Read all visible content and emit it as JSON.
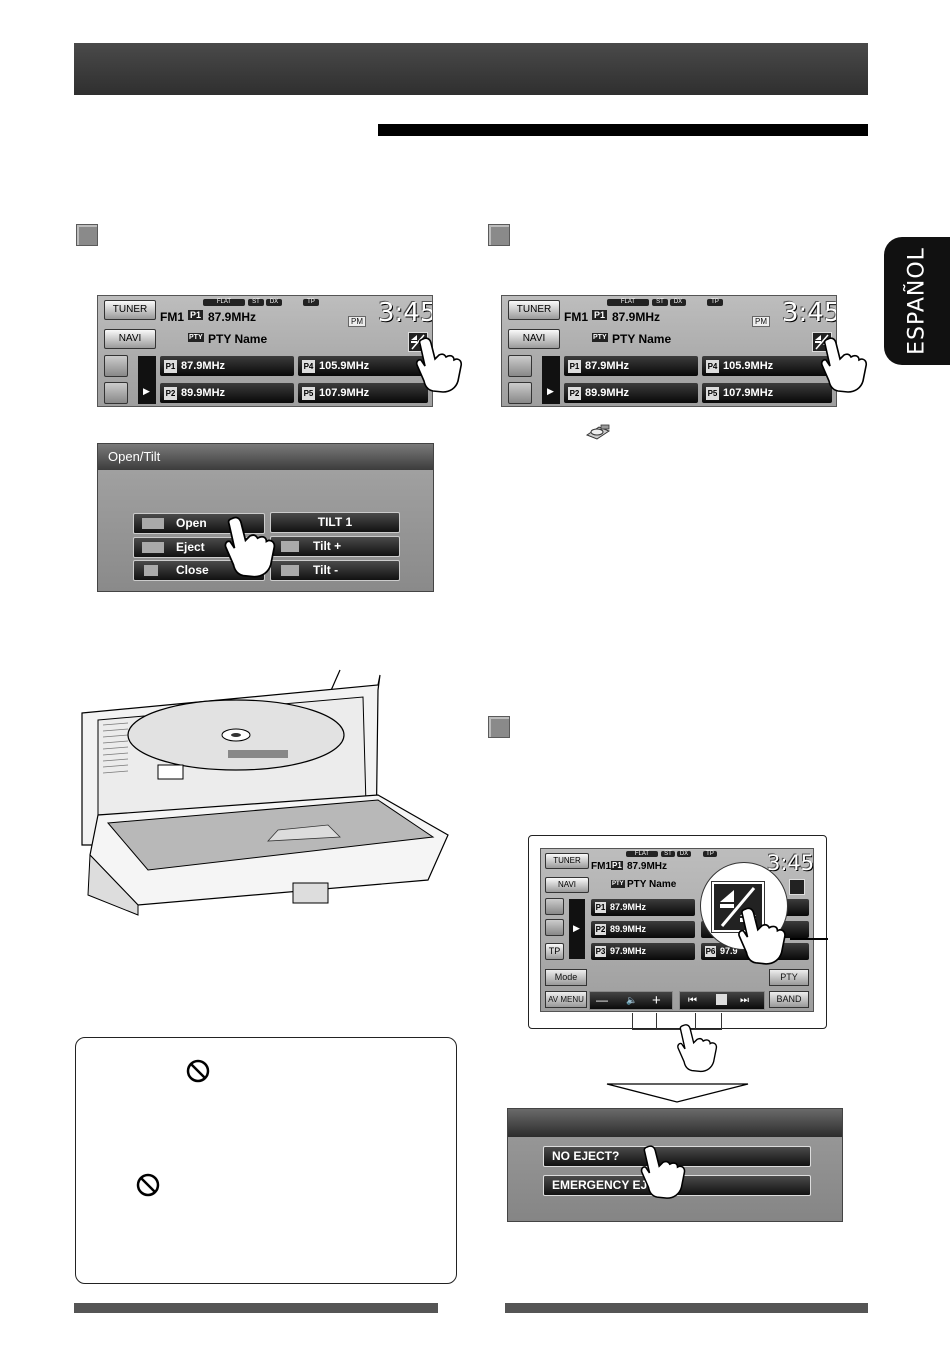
{
  "language_tab": "ESPAÑOL",
  "tuner": {
    "tuner_btn": "TUNER",
    "navi_btn": "NAVI",
    "band": "FM1",
    "preset_badge": "P1",
    "frequency": "87.9MHz",
    "pty_badge": "PTY",
    "pty_name": "PTY Name",
    "indicators": [
      "FLAT",
      "ST",
      "DX",
      "TP"
    ],
    "clock": "3:45",
    "ampm": "PM",
    "presets": [
      {
        "num": "P1",
        "freq": "87.9MHz"
      },
      {
        "num": "P4",
        "freq": "105.9MHz"
      },
      {
        "num": "P2",
        "freq": "89.9MHz"
      },
      {
        "num": "P5",
        "freq": "107.9MHz"
      }
    ]
  },
  "open_tilt": {
    "title": "Open/Tilt",
    "open": "Open",
    "eject": "Eject",
    "close": "Close",
    "tilt1": "TILT 1",
    "tilt_plus": "Tilt +",
    "tilt_minus": "Tilt -"
  },
  "full_screen": {
    "presets": [
      {
        "num": "P1",
        "freq": "87.9MHz"
      },
      {
        "num": "P2",
        "freq": "89.9MHz"
      },
      {
        "num": "P3",
        "freq": "97.9MHz"
      },
      {
        "num": "P6",
        "freq": "97.9"
      }
    ],
    "tp": "TP",
    "mode": "Mode",
    "pty_search": "PTY",
    "av_menu": "AV MENU",
    "minus": "—",
    "plus": "+",
    "prev": "⏮",
    "next": "⏭",
    "band_btn": "BAND"
  },
  "no_eject": {
    "no_eject": "NO EJECT?",
    "emergency": "EMERGENCY EJ"
  },
  "colors": {
    "header": "#3b3b3b",
    "rule": "#000000",
    "footer": "#555555"
  }
}
